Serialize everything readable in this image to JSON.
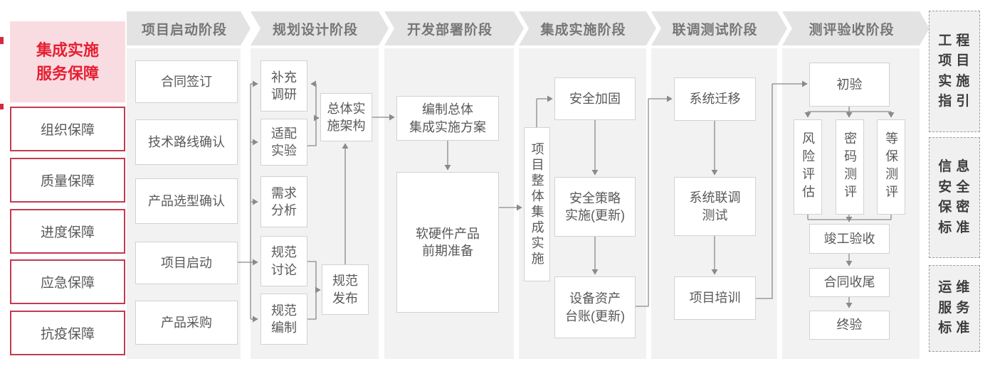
{
  "diagram_title": {
    "text": "集成实施\n服务保障"
  },
  "left_panel": {
    "items": [
      "组织保障",
      "质量保障",
      "进度保障",
      "应急保障",
      "抗疫保障"
    ]
  },
  "phases": [
    {
      "label": "项目启动阶段",
      "nodes": {
        "contract": "合同签订",
        "tech_route": "技术路线确认",
        "product_select": "产品选型确认",
        "kickoff": "项目启动",
        "procurement": "产品采购"
      }
    },
    {
      "label": "规划设计阶段",
      "nodes": {
        "supplement_research": "补充\n调研",
        "adaptation_test": "适配\n实验",
        "requirement_analysis": "需求\n分析",
        "spec_discussion": "规范\n讨论",
        "spec_drafting": "规范\n编制",
        "overall_architecture": "总体实\n施架构",
        "spec_release": "规范\n发布"
      }
    },
    {
      "label": "开发部署阶段",
      "nodes": {
        "overall_plan": "编制总体\n集成实施方案",
        "preparation": "软硬件产品\n前期准备"
      }
    },
    {
      "label": "集成实施阶段",
      "nodes": {
        "overall_implementation": "项目整体集成实施",
        "security_hardening": "安全加固",
        "security_policy": "安全策略\n实施(更新)",
        "asset_ledger": "设备资产\n台账(更新)"
      }
    },
    {
      "label": "联调测试阶段",
      "nodes": {
        "system_migration": "系统迁移",
        "joint_testing": "系统联调\n测试",
        "project_training": "项目培训"
      }
    },
    {
      "label": "测评验收阶段",
      "nodes": {
        "initial_acceptance": "初验",
        "risk_assessment": "风险评估",
        "crypto_evaluation": "密码测评",
        "mlps_evaluation": "等保测评",
        "completion_acceptance": "竣工验收",
        "contract_closure": "合同收尾",
        "final_acceptance": "终验"
      }
    }
  ],
  "right_panel": {
    "items": [
      "工程\n项目\n实施\n指引",
      "信息\n安全\n保密\n标准",
      "运维\n服务\n标准"
    ]
  },
  "colors": {
    "accent_red": "#e61f33",
    "border_red": "#c43a50",
    "pink_bg": "#f9dce1",
    "panel_bg": "#f2f2f2",
    "chevron_bg": "#e3e3e3",
    "box_border": "#d2d2d2",
    "box_text": "#595959",
    "arrow": "#8a8a8a"
  }
}
